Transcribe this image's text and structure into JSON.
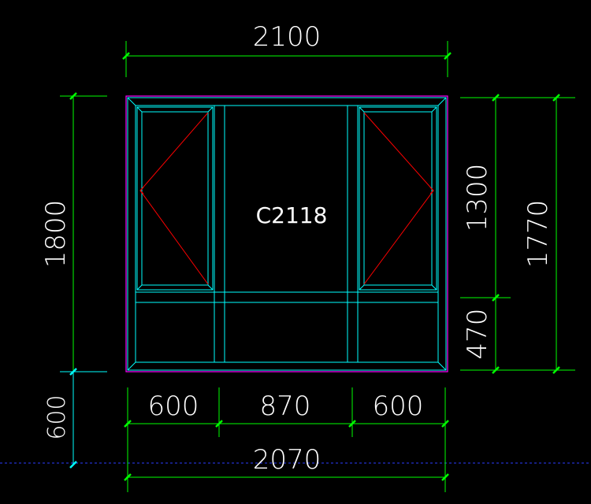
{
  "drawing": {
    "window_tag": "C2118",
    "colors": {
      "background": "#000000",
      "dimension": "#00ff00",
      "frame": "#00ffff",
      "outer_frame": "#ff00ff",
      "opening_marker": "#ff0000",
      "ground_line": "#2b3cff",
      "text": "#ffffff"
    },
    "dimensions": {
      "top_width": "2100",
      "bottom_total_width": "2070",
      "bottom_segments": [
        "600",
        "870",
        "600"
      ],
      "left_height": "1800",
      "left_sill_height": "600",
      "right_upper_height": "1300",
      "right_lower_height": "470",
      "right_total_height": "1770"
    }
  }
}
